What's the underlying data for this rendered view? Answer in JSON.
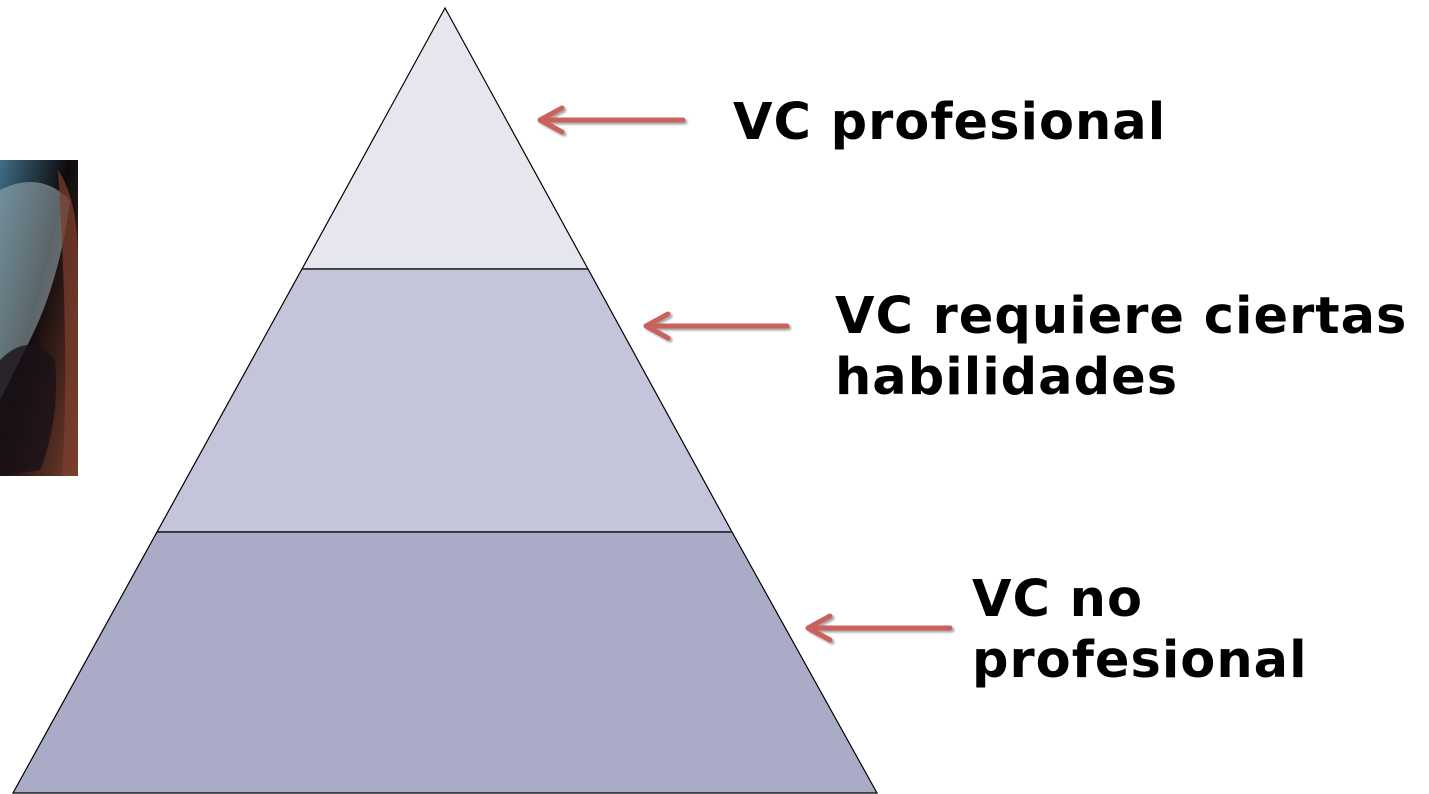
{
  "colors": {
    "tier_top": "#E6E7EE",
    "tier_middle": "#C4C5DA",
    "tier_bottom": "#AAACC7",
    "outline": "#000000",
    "arrow": "#C9625C",
    "photo_dark": "#0c0a0c",
    "photo_accent": "#3f6f86",
    "photo_warm": "#7a3e2c"
  },
  "tiers": [
    {
      "label_lines": [
        "VC profesional"
      ],
      "color_key": "tier_top"
    },
    {
      "label_lines": [
        "VC requiere ciertas",
        "habilidades"
      ],
      "color_key": "tier_middle"
    },
    {
      "label_lines": [
        "VC no",
        "profesional"
      ],
      "color_key": "tier_bottom"
    }
  ],
  "icons": {
    "arrow": "left-arrow-icon",
    "photo": "cropped-photo"
  }
}
